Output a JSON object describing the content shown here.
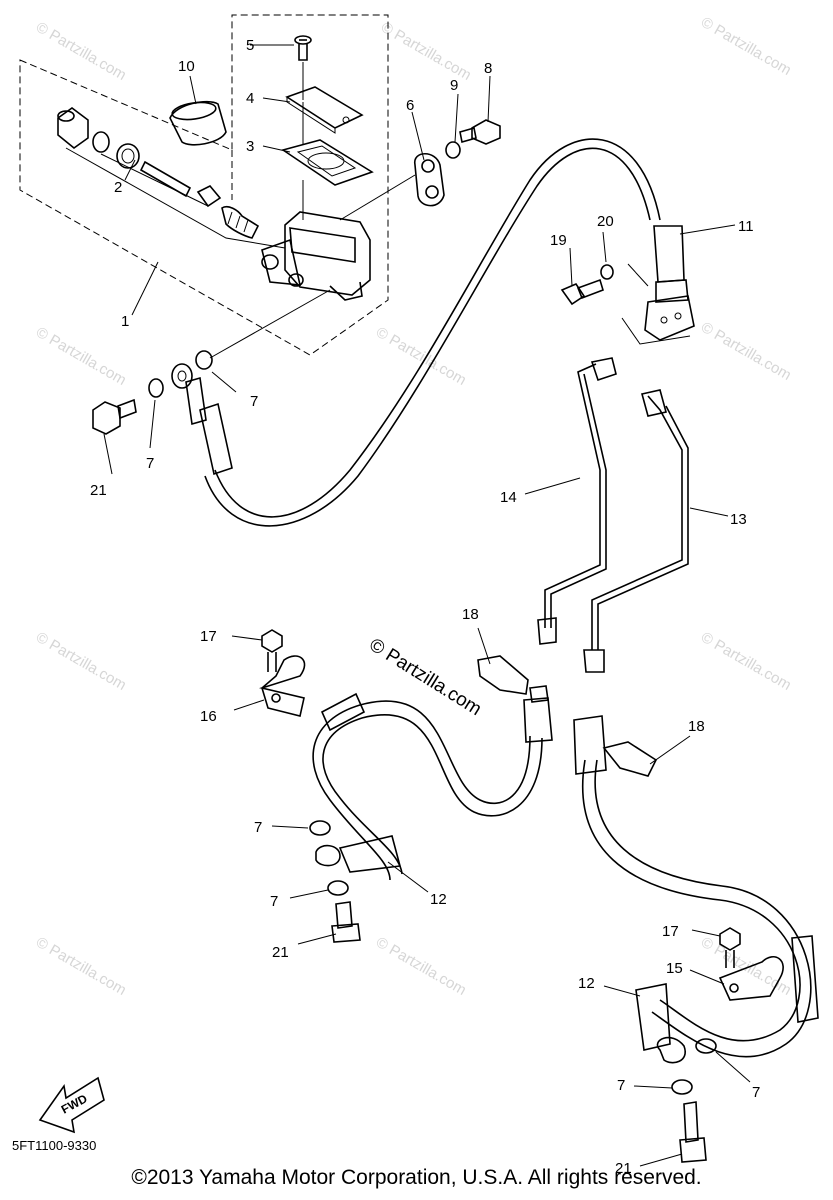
{
  "diagram": {
    "part_numbers": [
      "1",
      "2",
      "3",
      "4",
      "5",
      "6",
      "7",
      "8",
      "9",
      "10",
      "11",
      "12",
      "13",
      "14",
      "15",
      "16",
      "17",
      "18",
      "19",
      "20",
      "21"
    ],
    "callouts": [
      {
        "id": "c1",
        "text": "1"
      },
      {
        "id": "c2",
        "text": "2"
      },
      {
        "id": "c3",
        "text": "3"
      },
      {
        "id": "c4",
        "text": "4"
      },
      {
        "id": "c5",
        "text": "5"
      },
      {
        "id": "c6",
        "text": "6"
      },
      {
        "id": "c7a",
        "text": "7"
      },
      {
        "id": "c7b",
        "text": "7"
      },
      {
        "id": "c7c",
        "text": "7"
      },
      {
        "id": "c7d",
        "text": "7"
      },
      {
        "id": "c7e",
        "text": "7"
      },
      {
        "id": "c7f",
        "text": "7"
      },
      {
        "id": "c8",
        "text": "8"
      },
      {
        "id": "c9",
        "text": "9"
      },
      {
        "id": "c10",
        "text": "10"
      },
      {
        "id": "c11",
        "text": "11"
      },
      {
        "id": "c12a",
        "text": "12"
      },
      {
        "id": "c12b",
        "text": "12"
      },
      {
        "id": "c13",
        "text": "13"
      },
      {
        "id": "c14",
        "text": "14"
      },
      {
        "id": "c15",
        "text": "15"
      },
      {
        "id": "c16",
        "text": "16"
      },
      {
        "id": "c17a",
        "text": "17"
      },
      {
        "id": "c17b",
        "text": "17"
      },
      {
        "id": "c18a",
        "text": "18"
      },
      {
        "id": "c18b",
        "text": "18"
      },
      {
        "id": "c19",
        "text": "19"
      },
      {
        "id": "c20",
        "text": "20"
      },
      {
        "id": "c21a",
        "text": "21"
      },
      {
        "id": "c21b",
        "text": "21"
      },
      {
        "id": "c21c",
        "text": "21"
      }
    ],
    "fwd_label": "FWD",
    "center_watermark": "© Partzilla.com",
    "watermark": "© Partzilla.com",
    "diagram_code": "5FT1100-9330",
    "copyright": "©2013  Yamaha Motor Corporation, U.S.A. All rights reserved."
  }
}
